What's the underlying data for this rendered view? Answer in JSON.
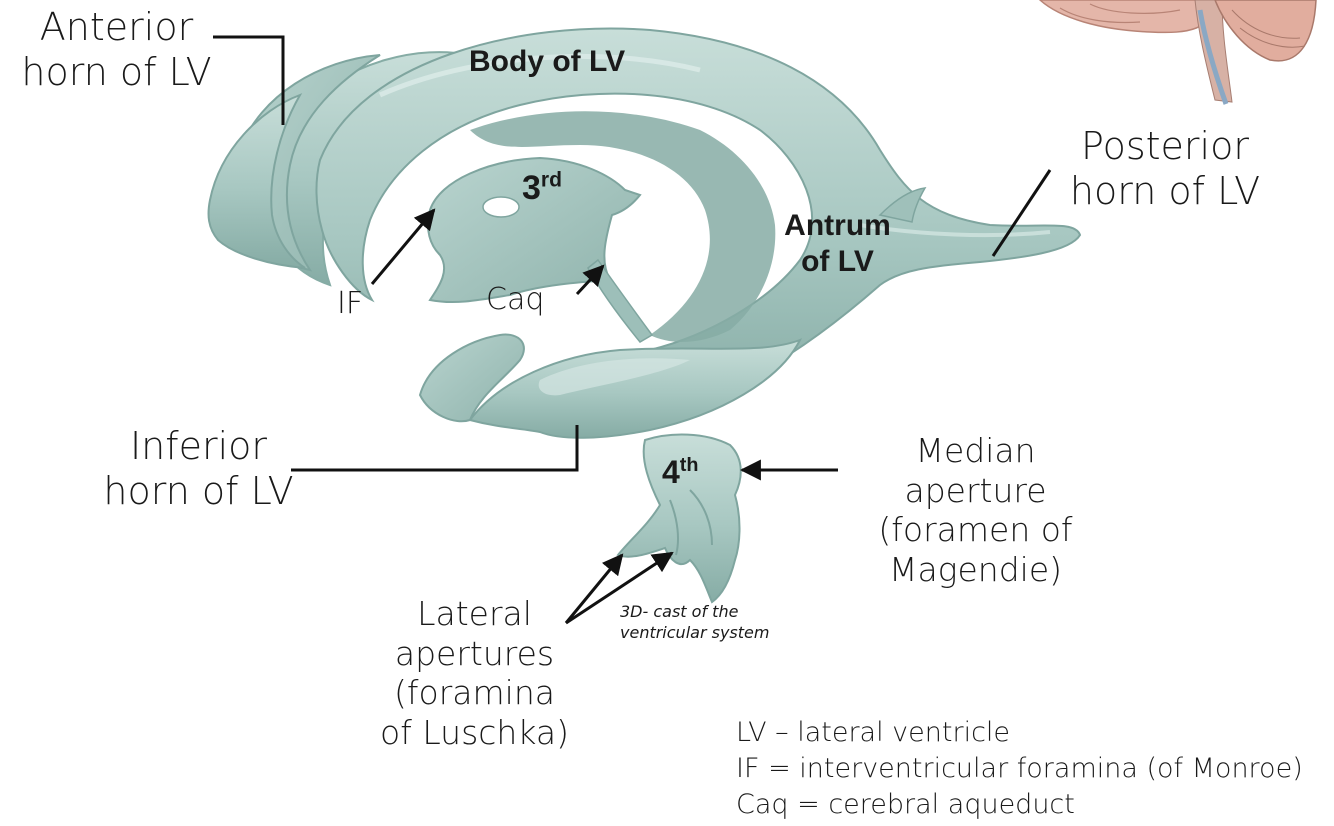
{
  "labels": {
    "anterior_horn": [
      "Anterior",
      "horn of LV"
    ],
    "body": "Body of LV",
    "third_main": "3",
    "third_sup": "rd",
    "posterior_horn": [
      "Posterior",
      "horn of LV"
    ],
    "antrum": [
      "Antrum",
      "of LV"
    ],
    "if": "IF",
    "caq": "Caq",
    "inferior_horn": [
      "Inferior",
      "horn of LV"
    ],
    "fourth_main": "4",
    "fourth_sup": "th",
    "median_aperture": [
      "Median",
      "aperture",
      "(foramen of",
      "Magendie)"
    ],
    "lateral_apertures": [
      "Lateral",
      "apertures",
      "(foramina",
      "of Luschka)"
    ],
    "caption": [
      "3D- cast of the",
      "ventricular system"
    ]
  },
  "legend": [
    "LV – lateral ventricle",
    "IF = interventricular foramina (of Monroe)",
    "Caq = cerebral aqueduct"
  ],
  "colors": {
    "cast_fill": "#a9c9c3",
    "cast_shadow": "#7fa59f",
    "cast_highlight": "#d4e6e2",
    "brain_pink": "#e6b9ad",
    "line": "#111111"
  }
}
